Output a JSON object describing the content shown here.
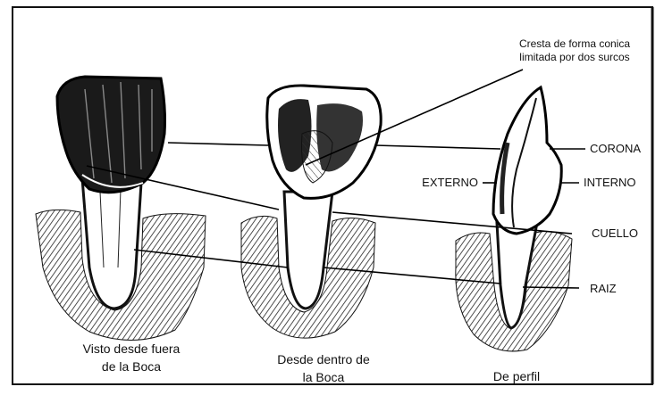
{
  "labels": {
    "annotation": [
      "Cresta de forma conica",
      "limitada por dos surcos"
    ],
    "corona": "CORONA",
    "externo": "EXTERNO",
    "interno": "INTERNO",
    "cuello": "CUELLO",
    "raiz": "RAIZ"
  },
  "captions": {
    "outside": [
      "Visto desde fuera",
      "de la Boca"
    ],
    "inside": [
      "Desde dentro de",
      "la Boca"
    ],
    "profile": "De perfil"
  }
}
